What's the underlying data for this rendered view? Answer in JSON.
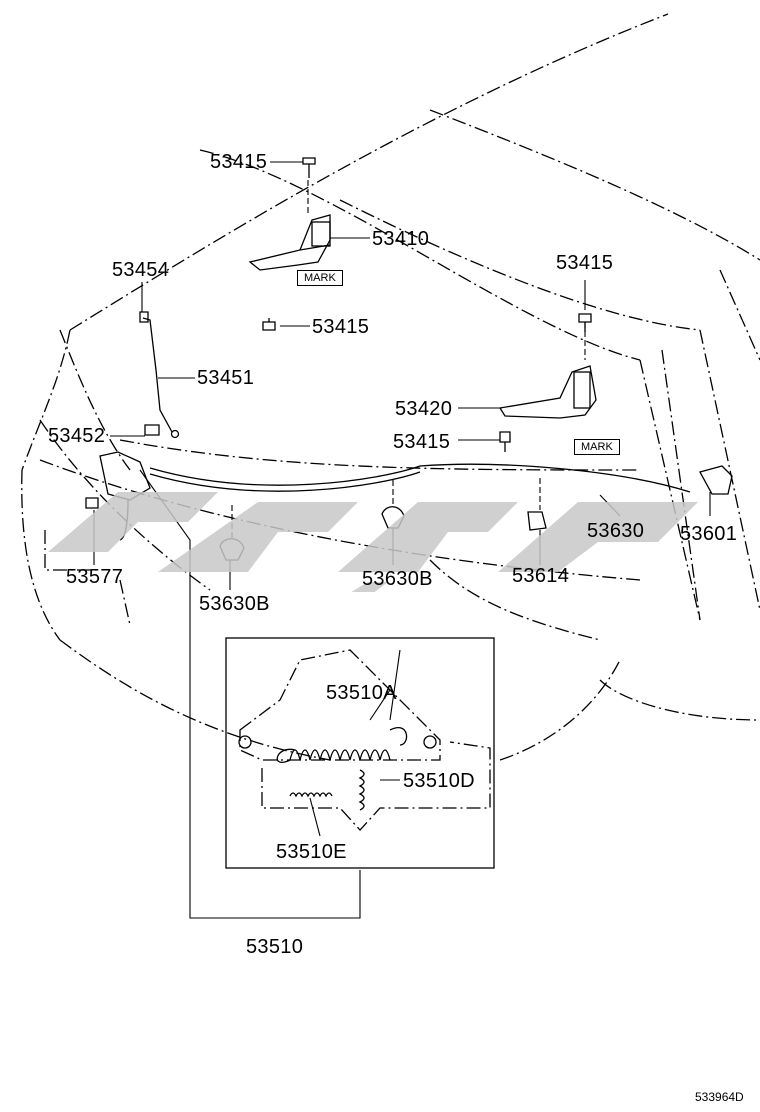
{
  "diagram": {
    "part_labels": {
      "p53415_top": "53415",
      "p53410": "53410",
      "p53454": "53454",
      "p53415_mid": "53415",
      "p53415_right": "53415",
      "p53451": "53451",
      "p53420": "53420",
      "p53415_right2": "53415",
      "p53452": "53452",
      "p53630": "53630",
      "p53601": "53601",
      "p53577": "53577",
      "p53630B_right": "53630B",
      "p53614": "53614",
      "p53630B_left": "53630B",
      "p53510A": "53510A",
      "p53510D": "53510D",
      "p53510E": "53510E",
      "p53510": "53510"
    },
    "mark_labels": {
      "hinge_left": "MARK",
      "hinge_right": "MARK"
    },
    "drawing_code": "533964D",
    "colors": {
      "line": "#000000",
      "watermark": "#c8c8c8"
    }
  }
}
